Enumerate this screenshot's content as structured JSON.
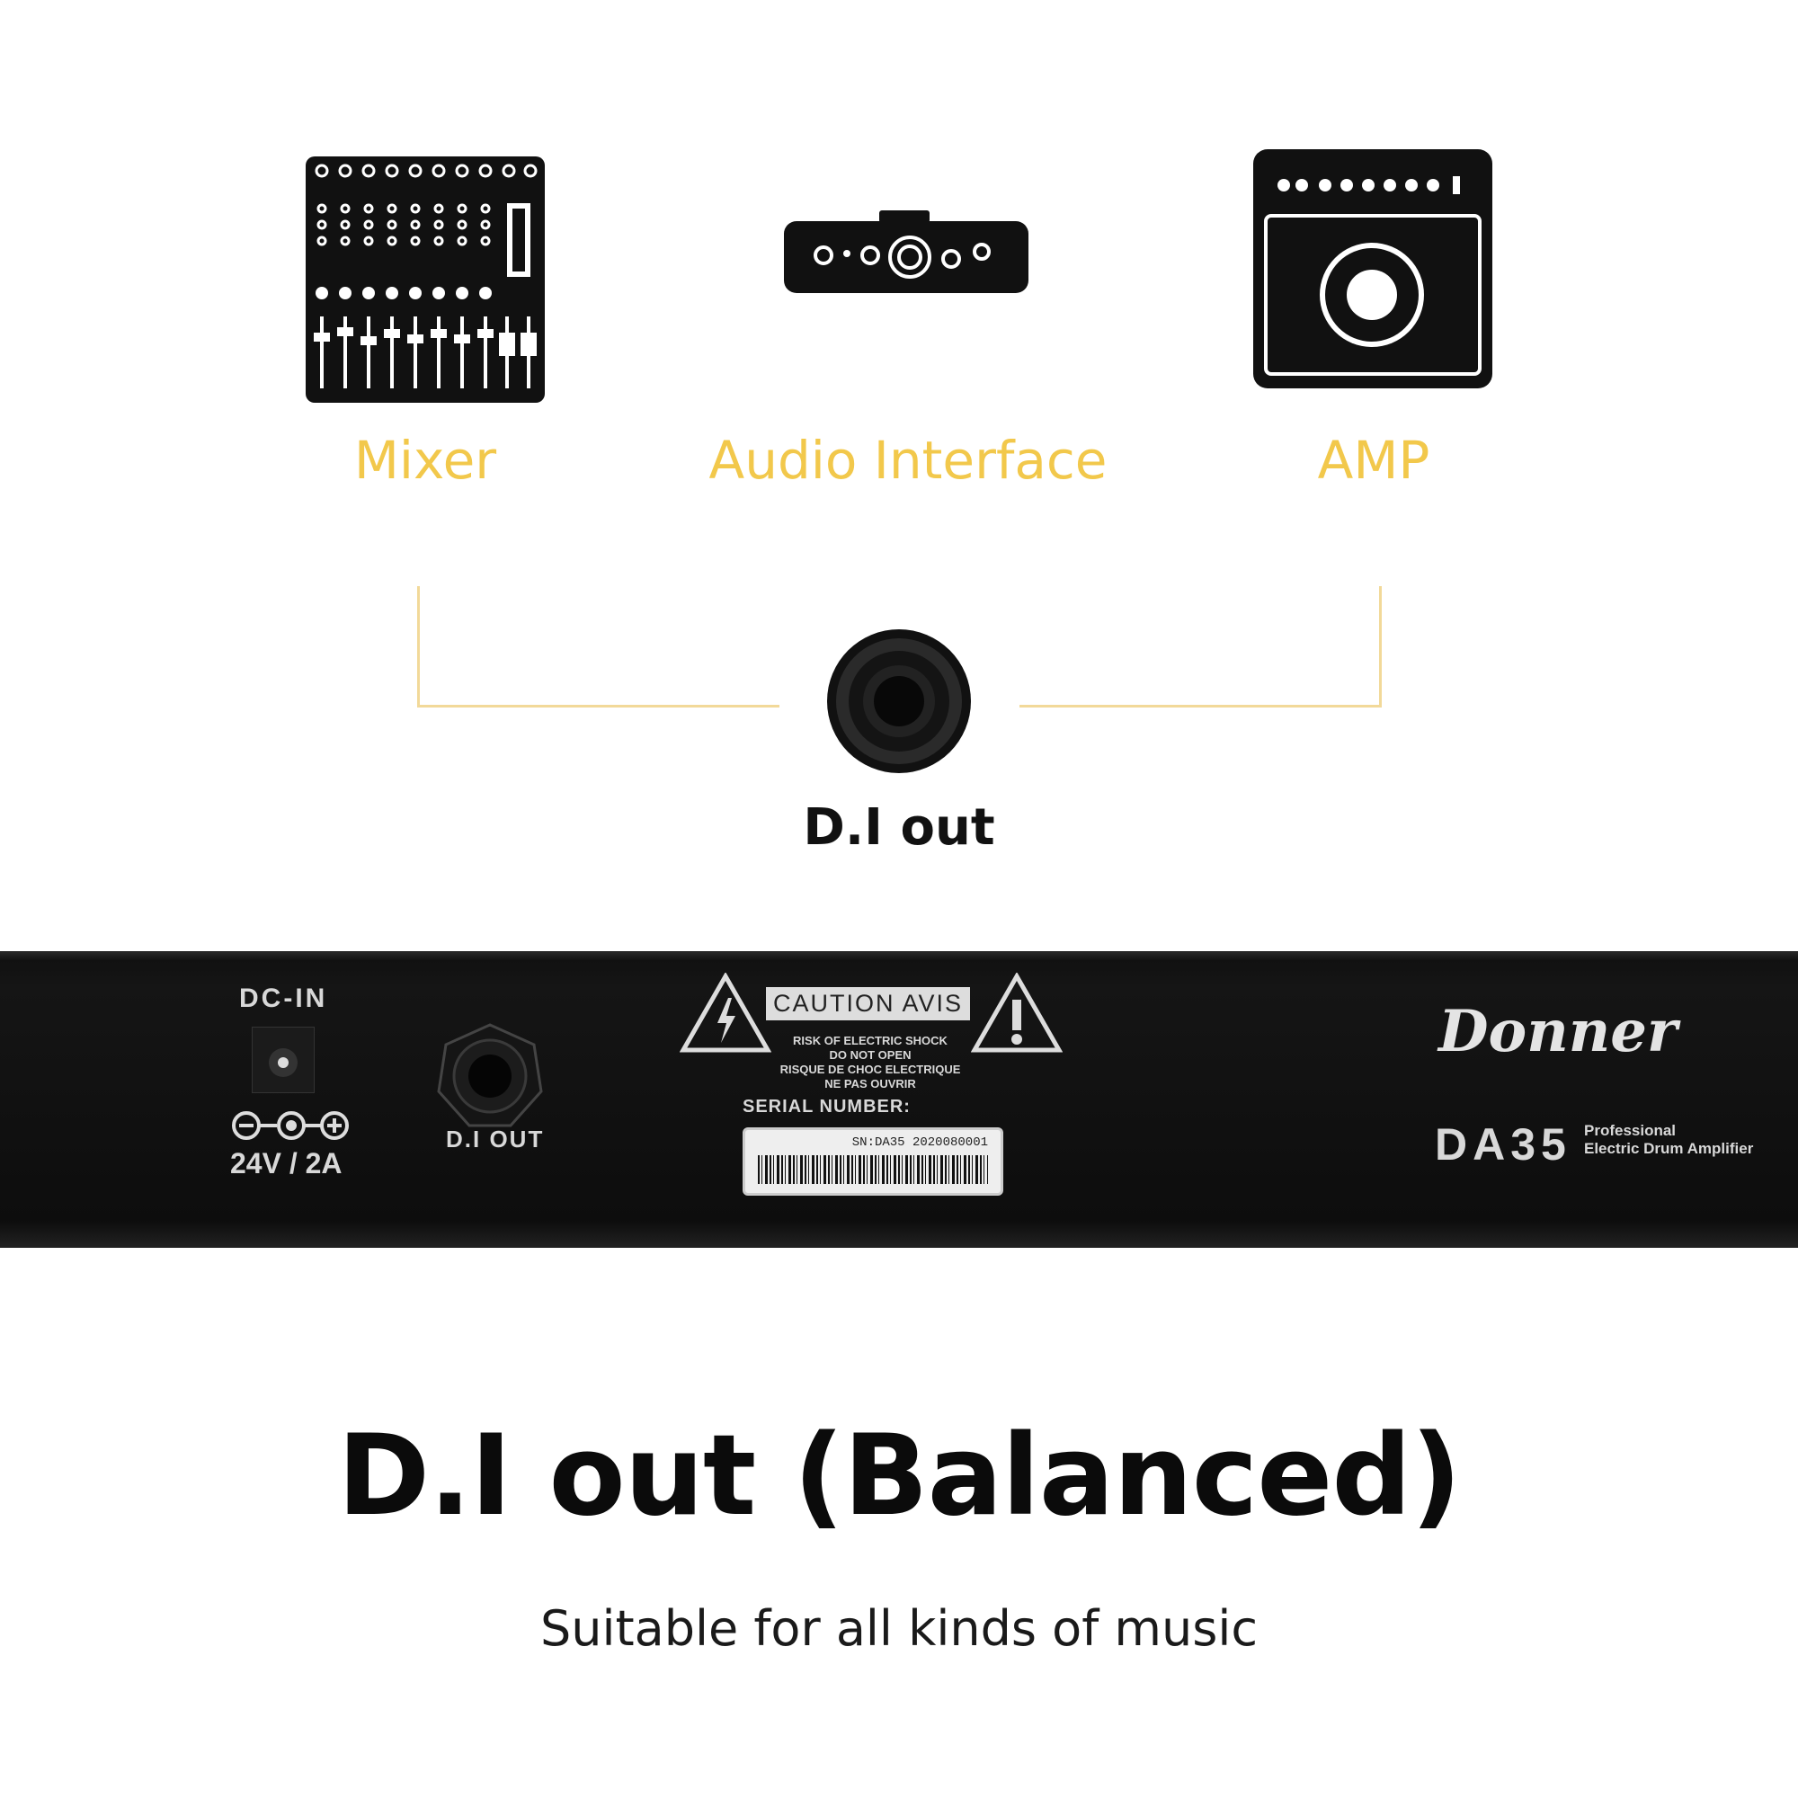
{
  "devices": [
    {
      "name": "mixer-icon",
      "label": "Mixer"
    },
    {
      "name": "audio-interface-icon",
      "label": "Audio Interface"
    },
    {
      "name": "amp-icon",
      "label": "AMP"
    }
  ],
  "connector": {
    "label": "D.I out",
    "icon": "jack-socket-icon"
  },
  "panel": {
    "dc_in": "DC-IN",
    "power_spec": "24V / 2A",
    "di_out": "D.I OUT",
    "caution": "CAUTION  AVIS",
    "warning_lines": [
      "RISK OF ELECTRIC SHOCK",
      "DO NOT OPEN",
      "RISQUE DE CHOC ELECTRIQUE",
      "NE PAS OUVRIR"
    ],
    "serial_label": "SERIAL NUMBER:",
    "serial_value": "SN:DA35 2020080001",
    "brand": "Donner",
    "model": "DA35",
    "model_desc_1": "Professional",
    "model_desc_2": "Electric Drum Amplifier"
  },
  "headline": "D.I out (Balanced)",
  "subline": "Suitable for all kinds of music",
  "colors": {
    "accent": "#f2c84b",
    "line": "#f2d999",
    "panel": "#111111"
  }
}
